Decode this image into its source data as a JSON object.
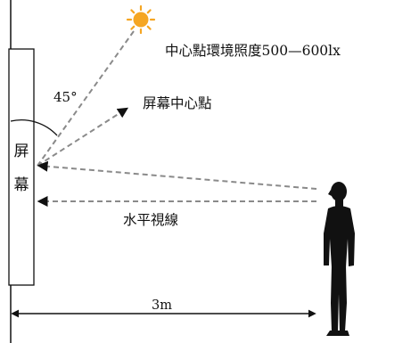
{
  "diagram": {
    "sun_label": "中心點環境照度500—600lx",
    "angle_label": "45°",
    "screen_center_label": "屏幕中心點",
    "screen_label_line1": "屏",
    "screen_label_line2": "幕",
    "horizontal_sight_label": "水平視線",
    "distance_label": "3m",
    "colors": {
      "sun": "#f5a623",
      "dashed_line": "#8a8a8a",
      "arrow": "#111111",
      "silhouette": "#111111"
    }
  }
}
